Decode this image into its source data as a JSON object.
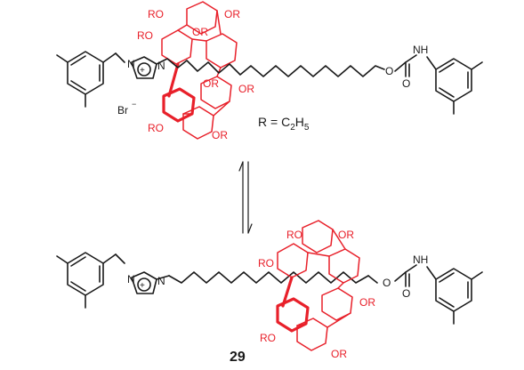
{
  "colors": {
    "ink": "#1a1a1a",
    "macrocycle": "#e8202a",
    "background": "#ffffff"
  },
  "labels": {
    "nitrogen": "N",
    "plus": "+",
    "bromide": "Br",
    "bromide_charge": "−",
    "oxygen": "O",
    "amide_nh": "NH",
    "ro": "RO",
    "or": "OR",
    "r_definition_prefix": "R = C",
    "r_definition_sub1": "2",
    "r_definition_h": "H",
    "r_definition_sub2": "5",
    "compound_number": "29"
  },
  "arrow": {
    "type": "equilibrium",
    "direction": "vertical"
  }
}
